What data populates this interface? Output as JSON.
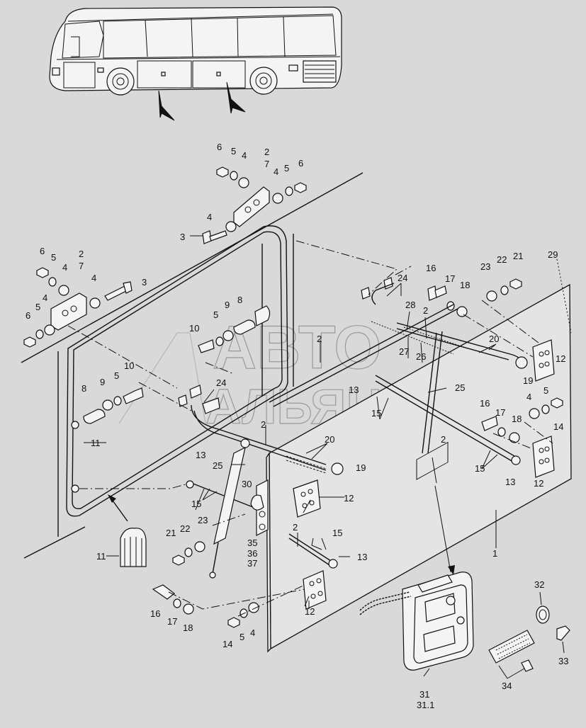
{
  "watermark": {
    "line1": "АВТО",
    "line2": "АЛЬЯНС"
  },
  "callouts": [
    {
      "id": "c1",
      "text": "6"
    },
    {
      "id": "c2",
      "text": "5"
    },
    {
      "id": "c3",
      "text": "4"
    },
    {
      "id": "c4",
      "text": "2"
    },
    {
      "id": "c5",
      "text": "7"
    },
    {
      "id": "c6",
      "text": "4"
    },
    {
      "id": "c7",
      "text": "5"
    },
    {
      "id": "c8",
      "text": "6"
    },
    {
      "id": "c9",
      "text": "4"
    },
    {
      "id": "c10",
      "text": "3"
    },
    {
      "id": "c11",
      "text": "6"
    },
    {
      "id": "c12",
      "text": "5"
    },
    {
      "id": "c13",
      "text": "4"
    },
    {
      "id": "c14",
      "text": "2"
    },
    {
      "id": "c15",
      "text": "7"
    },
    {
      "id": "c16",
      "text": "4"
    },
    {
      "id": "c17",
      "text": "3"
    },
    {
      "id": "c18",
      "text": "4"
    },
    {
      "id": "c19",
      "text": "5"
    },
    {
      "id": "c20",
      "text": "6"
    },
    {
      "id": "c21",
      "text": "8"
    },
    {
      "id": "c22",
      "text": "9"
    },
    {
      "id": "c23",
      "text": "5"
    },
    {
      "id": "c24",
      "text": "10"
    },
    {
      "id": "c25",
      "text": "10"
    },
    {
      "id": "c26",
      "text": "5"
    },
    {
      "id": "c27",
      "text": "9"
    },
    {
      "id": "c28",
      "text": "8"
    },
    {
      "id": "c29",
      "text": "24"
    },
    {
      "id": "c30",
      "text": "2"
    },
    {
      "id": "c31",
      "text": "11"
    },
    {
      "id": "c32",
      "text": "24"
    },
    {
      "id": "c33",
      "text": "16"
    },
    {
      "id": "c34",
      "text": "17"
    },
    {
      "id": "c35",
      "text": "18"
    },
    {
      "id": "c36",
      "text": "23"
    },
    {
      "id": "c37",
      "text": "22"
    },
    {
      "id": "c38",
      "text": "21"
    },
    {
      "id": "c39",
      "text": "29"
    },
    {
      "id": "c40",
      "text": "28"
    },
    {
      "id": "c41",
      "text": "2"
    },
    {
      "id": "c42",
      "text": "27"
    },
    {
      "id": "c43",
      "text": "26"
    },
    {
      "id": "c44",
      "text": "20"
    },
    {
      "id": "c45",
      "text": "19"
    },
    {
      "id": "c46",
      "text": "12"
    },
    {
      "id": "c47",
      "text": "13"
    },
    {
      "id": "c48",
      "text": "15"
    },
    {
      "id": "c49",
      "text": "25"
    },
    {
      "id": "c50",
      "text": "4"
    },
    {
      "id": "c51",
      "text": "5"
    },
    {
      "id": "c52",
      "text": "14"
    },
    {
      "id": "c53",
      "text": "16"
    },
    {
      "id": "c54",
      "text": "17"
    },
    {
      "id": "c55",
      "text": "18"
    },
    {
      "id": "c56",
      "text": "2"
    },
    {
      "id": "c57",
      "text": "15"
    },
    {
      "id": "c58",
      "text": "13"
    },
    {
      "id": "c59",
      "text": "12"
    },
    {
      "id": "c60",
      "text": "2"
    },
    {
      "id": "c61",
      "text": "20"
    },
    {
      "id": "c62",
      "text": "25"
    },
    {
      "id": "c63",
      "text": "19"
    },
    {
      "id": "c64",
      "text": "13"
    },
    {
      "id": "c65",
      "text": "15"
    },
    {
      "id": "c66",
      "text": "30"
    },
    {
      "id": "c67",
      "text": "12"
    },
    {
      "id": "c68",
      "text": "21"
    },
    {
      "id": "c69",
      "text": "22"
    },
    {
      "id": "c70",
      "text": "23"
    },
    {
      "id": "c71",
      "text": "35"
    },
    {
      "id": "c72",
      "text": "36"
    },
    {
      "id": "c73",
      "text": "37"
    },
    {
      "id": "c74",
      "text": "2"
    },
    {
      "id": "c75",
      "text": "15"
    },
    {
      "id": "c76",
      "text": "13"
    },
    {
      "id": "c77",
      "text": "1"
    },
    {
      "id": "c78",
      "text": "11"
    },
    {
      "id": "c79",
      "text": "16"
    },
    {
      "id": "c80",
      "text": "17"
    },
    {
      "id": "c81",
      "text": "18"
    },
    {
      "id": "c82",
      "text": "12"
    },
    {
      "id": "c83",
      "text": "14"
    },
    {
      "id": "c84",
      "text": "5"
    },
    {
      "id": "c85",
      "text": "4"
    },
    {
      "id": "c86",
      "text": "32"
    },
    {
      "id": "c87",
      "text": "33"
    },
    {
      "id": "c88",
      "text": "34"
    },
    {
      "id": "c89",
      "text": "31"
    },
    {
      "id": "c90",
      "text": "31.1"
    }
  ]
}
